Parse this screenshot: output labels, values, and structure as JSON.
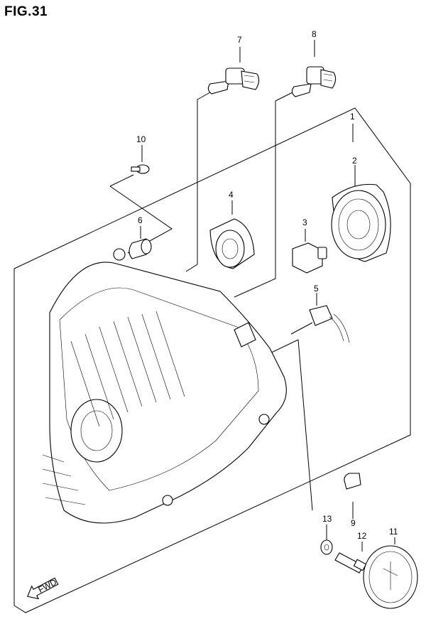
{
  "figure": {
    "title": "FIG.31"
  },
  "callouts": [
    {
      "id": "1",
      "text": "1"
    },
    {
      "id": "2",
      "text": "2"
    },
    {
      "id": "3",
      "text": "3"
    },
    {
      "id": "4",
      "text": "4"
    },
    {
      "id": "5",
      "text": "5"
    },
    {
      "id": "6",
      "text": "6"
    },
    {
      "id": "7",
      "text": "7"
    },
    {
      "id": "8",
      "text": "8"
    },
    {
      "id": "9",
      "text": "9"
    },
    {
      "id": "10",
      "text": "10"
    },
    {
      "id": "11",
      "text": "11"
    },
    {
      "id": "12",
      "text": "12"
    },
    {
      "id": "13",
      "text": "13"
    }
  ],
  "direction_arrow": {
    "text": "FWD",
    "icon": "fwd-arrow-icon"
  }
}
